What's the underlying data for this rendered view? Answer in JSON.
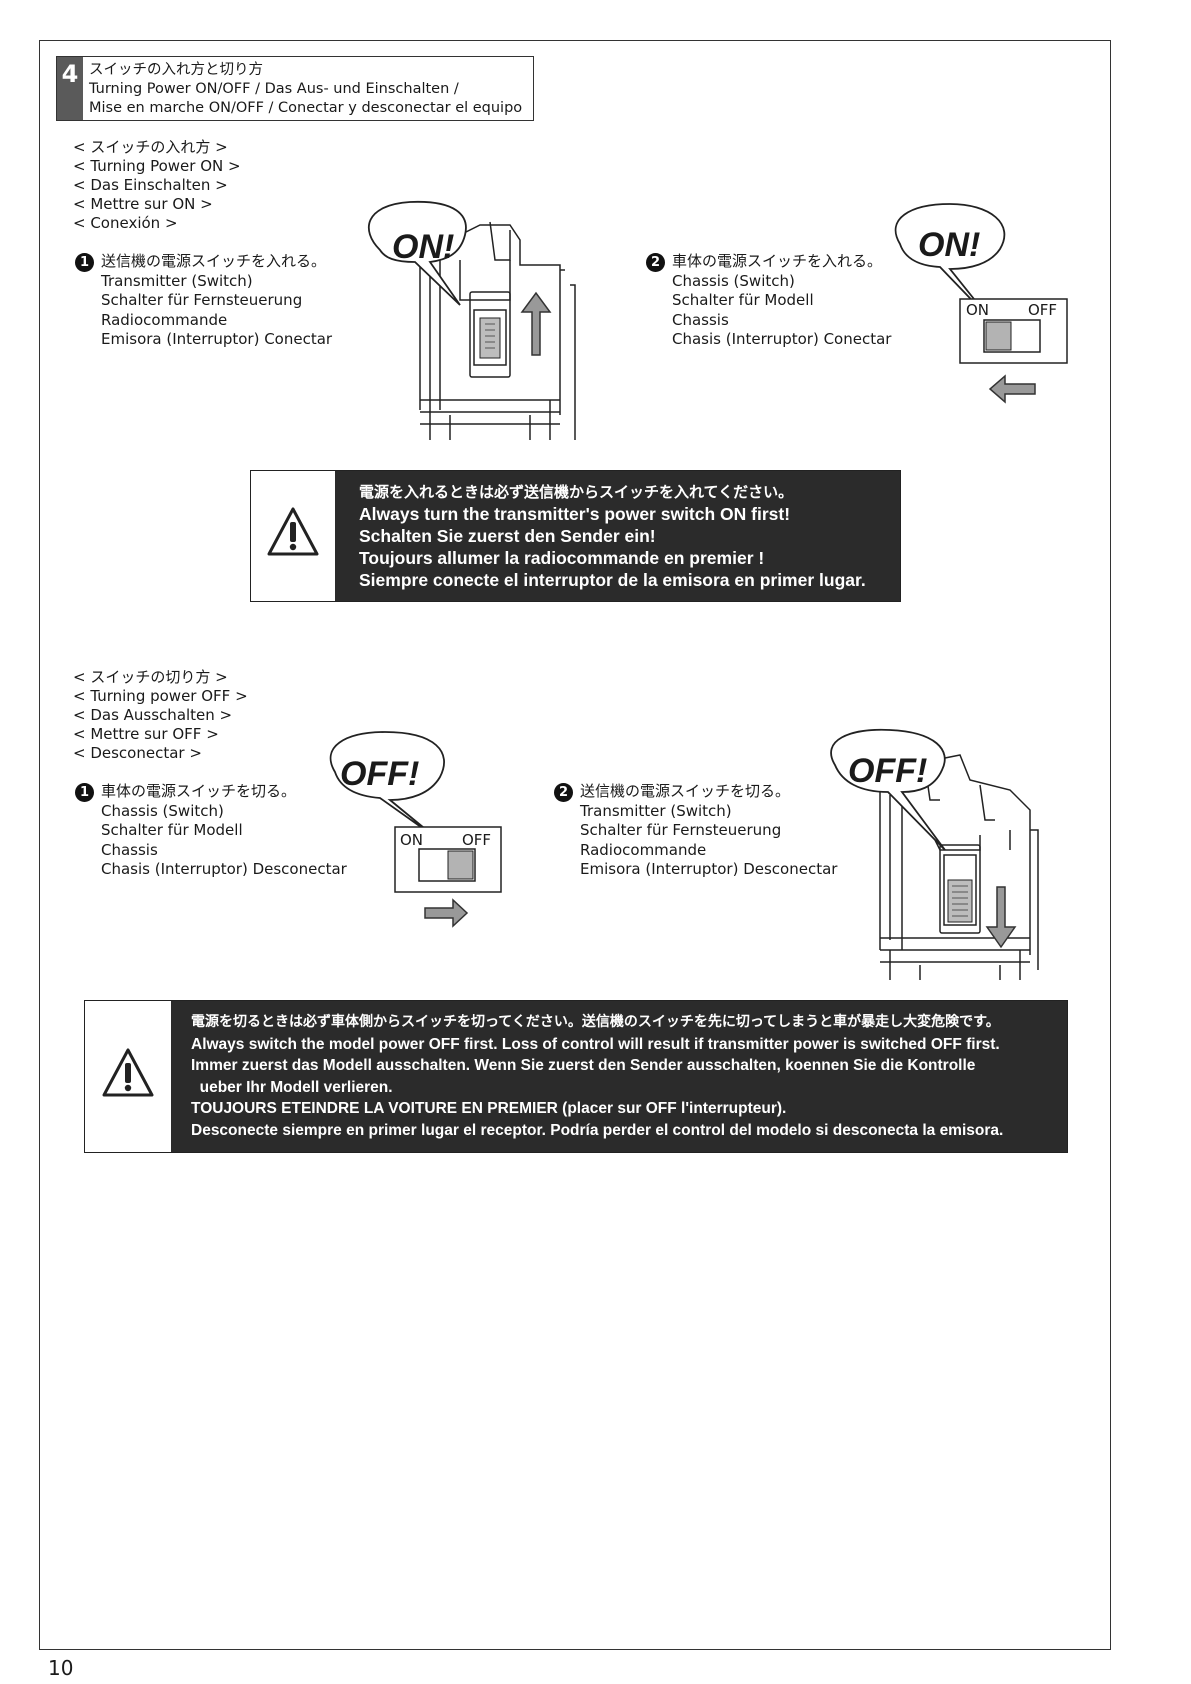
{
  "page_number": "10",
  "section": {
    "number": "4",
    "title_jp": "スイッチの入れ方と切り方",
    "title_line2": "Turning Power ON/OFF / Das Aus- und Einschalten /",
    "title_line3": "Mise en marche ON/OFF / Conectar y desconectar el equipo"
  },
  "on_part": {
    "headings": [
      "< スイッチの入れ方 >",
      "< Turning Power ON >",
      "< Das Einschalten >",
      "< Mettre sur ON >",
      "< Conexión  >"
    ],
    "step1": {
      "badge": "1",
      "lines": [
        "送信機の電源スイッチを入れる。",
        "Transmitter (Switch)",
        "Schalter für Fernsteuerung",
        "Radiocommande",
        "Emisora (Interruptor) Conectar"
      ]
    },
    "step2": {
      "badge": "2",
      "lines": [
        "車体の電源スイッチを入れる。",
        "Chassis (Switch)",
        "Schalter für Modell",
        "Chassis",
        "Chasis (Interruptor) Conectar"
      ]
    },
    "bubble_text": "ON!",
    "switch_on_label": "ON",
    "switch_off_label": "OFF",
    "warning": [
      "電源を入れるときは必ず送信機からスイッチを入れてください。",
      "Always turn the transmitter's power switch ON first!",
      "Schalten Sie zuerst den Sender ein!",
      "Toujours allumer la radiocommande en premier !",
      "Siempre conecte el interruptor de la emisora en primer lugar."
    ]
  },
  "off_part": {
    "headings": [
      "< スイッチの切り方 >",
      "< Turning power OFF >",
      "< Das Ausschalten >",
      "< Mettre sur OFF >",
      "< Desconectar >"
    ],
    "step1": {
      "badge": "1",
      "lines": [
        "車体の電源スイッチを切る。",
        "Chassis (Switch)",
        "Schalter für Modell",
        "Chassis",
        "Chasis (Interruptor) Desconectar"
      ]
    },
    "step2": {
      "badge": "2",
      "lines": [
        "送信機の電源スイッチを切る。",
        "Transmitter (Switch)",
        "Schalter für Fernsteuerung",
        "Radiocommande",
        "Emisora (Interruptor) Desconectar"
      ]
    },
    "bubble_text": "OFF!",
    "switch_on_label": "ON",
    "switch_off_label": "OFF",
    "warning": [
      "電源を切るときは必ず車体側からスイッチを切ってください。送信機のスイッチを先に切ってしまうと車が暴走し大変危険です。",
      "Always switch the model power OFF first. Loss of control will result if transmitter power is switched OFF first.",
      "Immer zuerst das Modell ausschalten. Wenn Sie zuerst den Sender ausschalten, koennen Sie die Kontrolle",
      "  ueber Ihr Modell verlieren.",
      "TOUJOURS ETEINDRE LA VOITURE EN PREMIER (placer sur OFF l'interrupteur).",
      "Desconecte siempre en primer lugar el receptor. Podría perder el control del modelo si desconecta la emisora."
    ]
  },
  "icons": {
    "warning": "warning-triangle-icon",
    "arrow": "arrow-icon"
  },
  "colors": {
    "warning_bg": "#2b2b2b",
    "header_bg": "#5a5a5a",
    "switch_knob": "#b3b3b3"
  }
}
